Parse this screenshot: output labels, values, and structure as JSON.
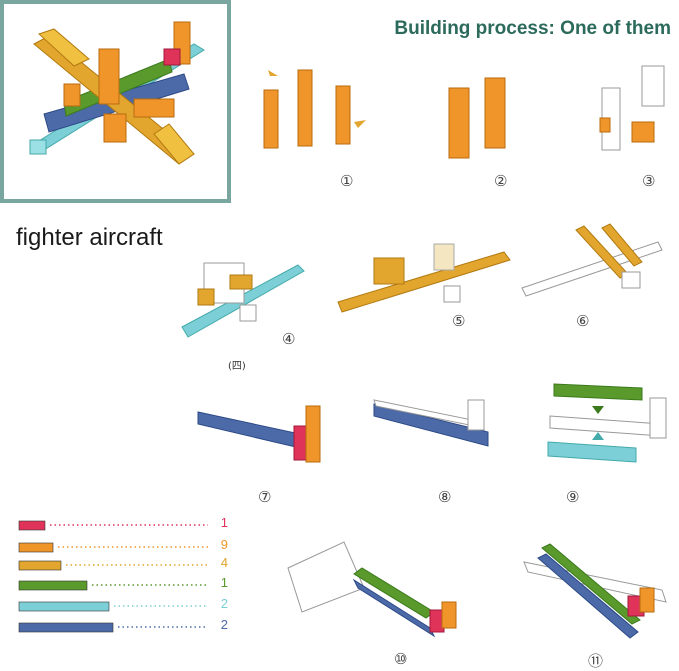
{
  "header": {
    "title": "Building process: One of them"
  },
  "product": {
    "name": "fighter aircraft"
  },
  "steps": [
    "①",
    "②",
    "③",
    "④",
    "⑤",
    "⑥",
    "⑦",
    "⑧",
    "⑨",
    "⑩",
    "⑪"
  ],
  "annotations": {
    "step4_note": "(四)"
  },
  "legend": [
    {
      "color": "#e0335a",
      "count": "1"
    },
    {
      "color": "#f0952a",
      "count": "9"
    },
    {
      "color": "#e2a52e",
      "count": "4"
    },
    {
      "color": "#5a9a2c",
      "count": "1"
    },
    {
      "color": "#7ccfd6",
      "count": "2"
    },
    {
      "color": "#4d6aa8",
      "count": "2"
    }
  ],
  "colors": {
    "frame": "#7aa6a0",
    "title": "#2c6a5b"
  },
  "icons": [
    "arrow-icon"
  ]
}
